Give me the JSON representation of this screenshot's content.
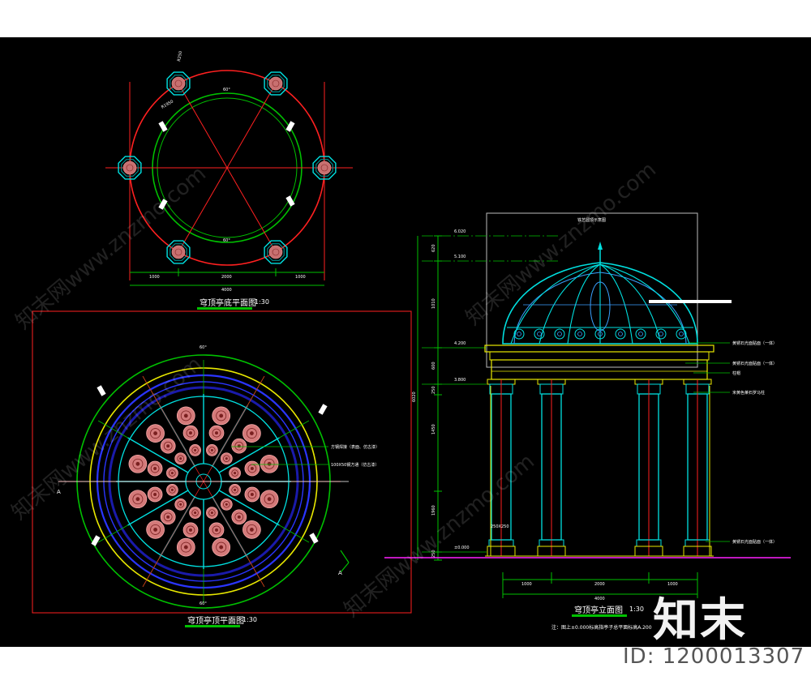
{
  "plans": {
    "base_plan": {
      "title": "穹顶亭底平面图",
      "scale": "1:30",
      "angle_label": "60°",
      "dims_bottom": [
        "1000",
        "2000",
        "1000"
      ],
      "dim_total": "4000",
      "col_label": "R250",
      "ring_label": "R1950"
    },
    "top_plan": {
      "title": "穹顶亭顶平面图",
      "scale": "1:30",
      "angle_top": "60°",
      "angle_bottom": "60°",
      "note_1": "方钢焊接（表面、仿古漆）",
      "note_2": "100X50钢方通（仿古漆）",
      "section_mark": "A"
    }
  },
  "elevation": {
    "title": "穹顶亭立面图",
    "scale": "1:30",
    "top_box_label": "铁艺圆顶示意图",
    "levels": [
      "6.020",
      "5.100",
      "4.200",
      "3.800",
      "±0.000"
    ],
    "vdims": [
      "620",
      "1010",
      "600",
      "250",
      "1450",
      "1960",
      "250"
    ],
    "vdim_total": "6020",
    "callouts": [
      "黄锈石光面贴面（一体）",
      "黄锈石光面贴面（一体）",
      "柱帽",
      "米黄色莱石罗马柱",
      "黄锈石光面贴面（一体）"
    ],
    "col_base_label": "250X250",
    "dims_bottom": [
      "1000",
      "2000",
      "1000"
    ],
    "dim_total": "4000",
    "note": "注：图上±0.000标高指亭子总平面标高A.200"
  },
  "branding": {
    "logo_text": "知末",
    "id_text": "ID: 1200013307",
    "watermark": "知末网www.znzmo.com"
  }
}
